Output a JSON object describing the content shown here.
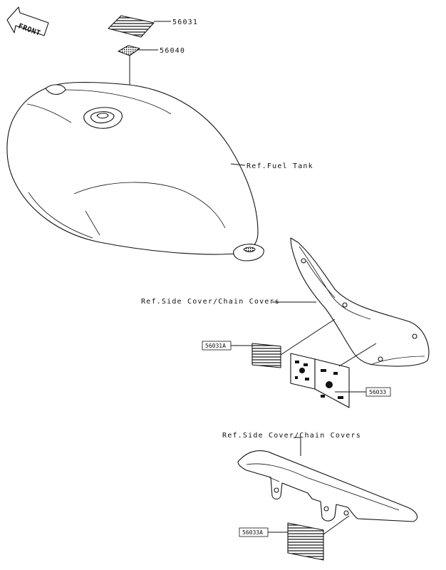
{
  "front_marker": {
    "text": "FRONT",
    "icon": "front-arrow-icon"
  },
  "callouts": {
    "p56031": "56031",
    "p56040": "56040",
    "ref_fuel_tank": "Ref.Fuel Tank",
    "ref_side_cover_1": "Ref.Side Cover/Chain Covers",
    "p56031A": "56031A",
    "p56033": "56033",
    "ref_side_cover_2": "Ref.Side Cover/Chain Covers",
    "p56033A": "56033A"
  }
}
